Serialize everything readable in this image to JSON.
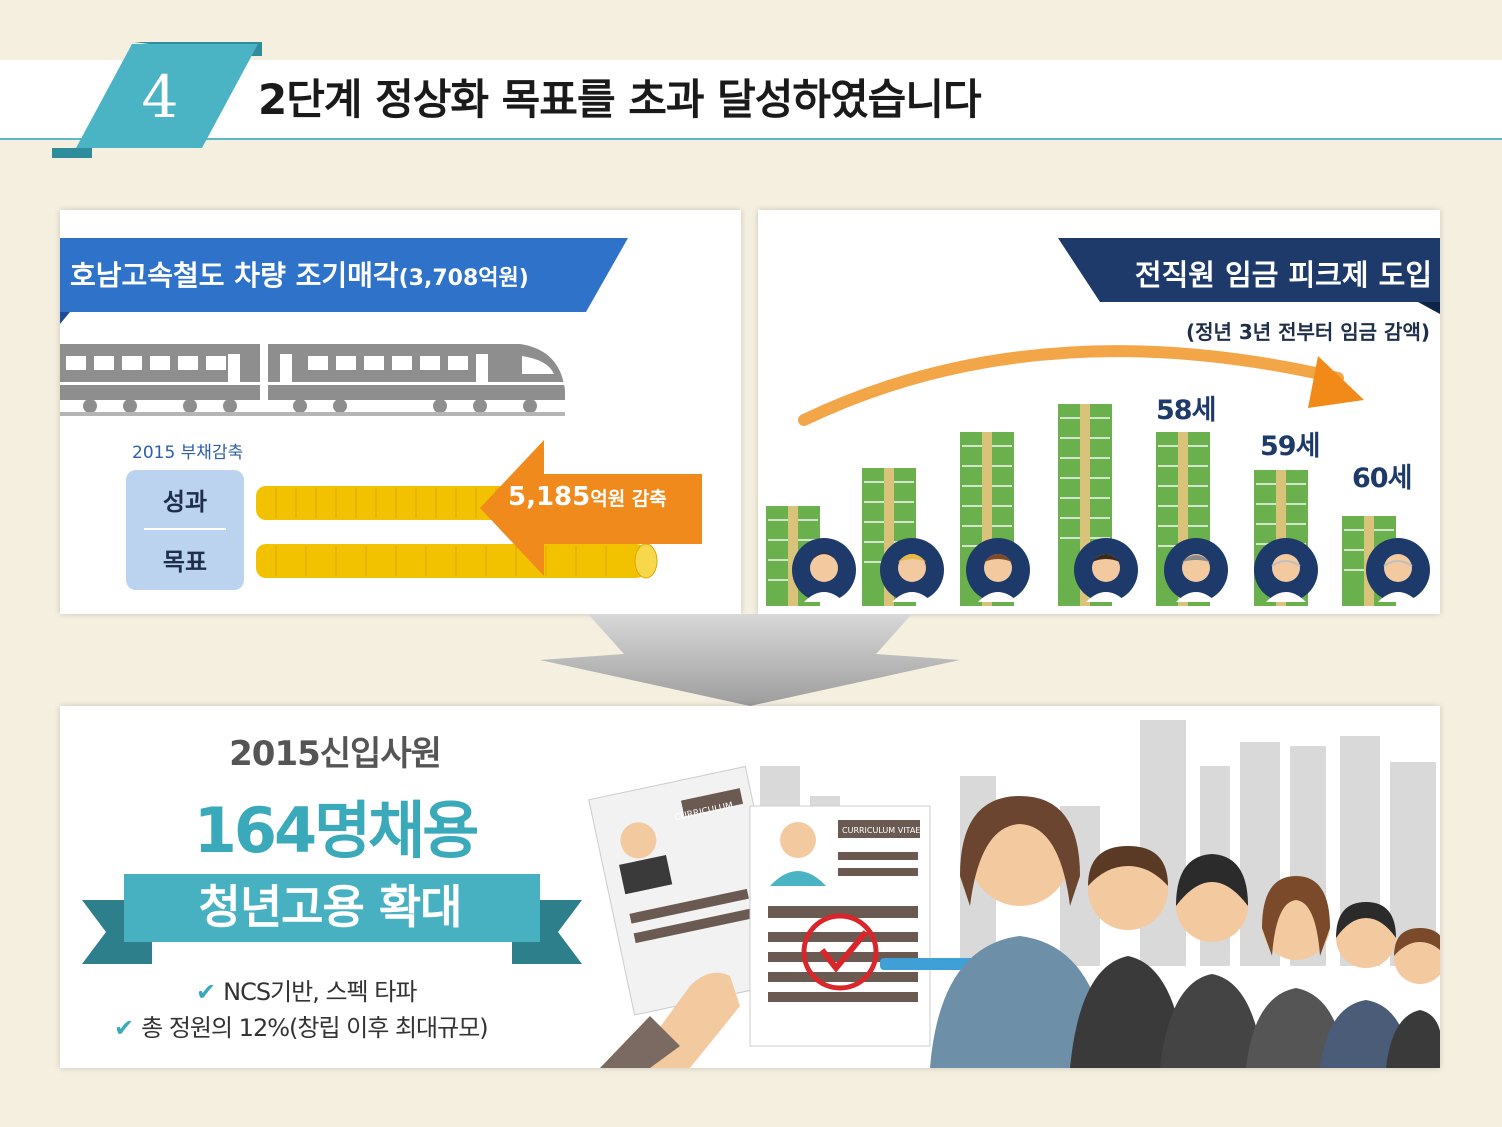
{
  "header": {
    "number": "4",
    "title": "2단계 정상화 목표를 초과 달성하였습니다"
  },
  "train_panel": {
    "ribbon_title": "호남고속철도 차량 조기매각",
    "ribbon_amount": "(3,708억원)",
    "debt_label": "2015 부채감축",
    "rows": [
      "성과",
      "목표"
    ],
    "reduction_number": "5,185",
    "reduction_unit": "억원 감축",
    "colors": {
      "ribbon": "#2f72c9",
      "arrow": "#f08a1c",
      "coins": "#f2c200",
      "box": "#bcd3f0"
    }
  },
  "wage_panel": {
    "ribbon_title": "전직원 임금 피크제 도입",
    "note": "(정년 3년 전부터 임금 감액)",
    "ages": [
      "58세",
      "59세",
      "60세"
    ],
    "colors": {
      "ribbon": "#1d3a6b",
      "arrow": "#f28a1a",
      "money": "#6ab04c"
    }
  },
  "hire_panel": {
    "year_label": "2015신입사원",
    "count_label": "164명채용",
    "banner": "청년고용 확대",
    "checks": [
      "NCS기반, 스펙 타파",
      "총 정원의 12%(창립 이후 최대규모)"
    ],
    "cv_label": "CURRICULUM VITAE",
    "cv_label_short": "CURRICULUM",
    "colors": {
      "accent": "#3aa9b9",
      "banner": "#47b1c2"
    }
  }
}
